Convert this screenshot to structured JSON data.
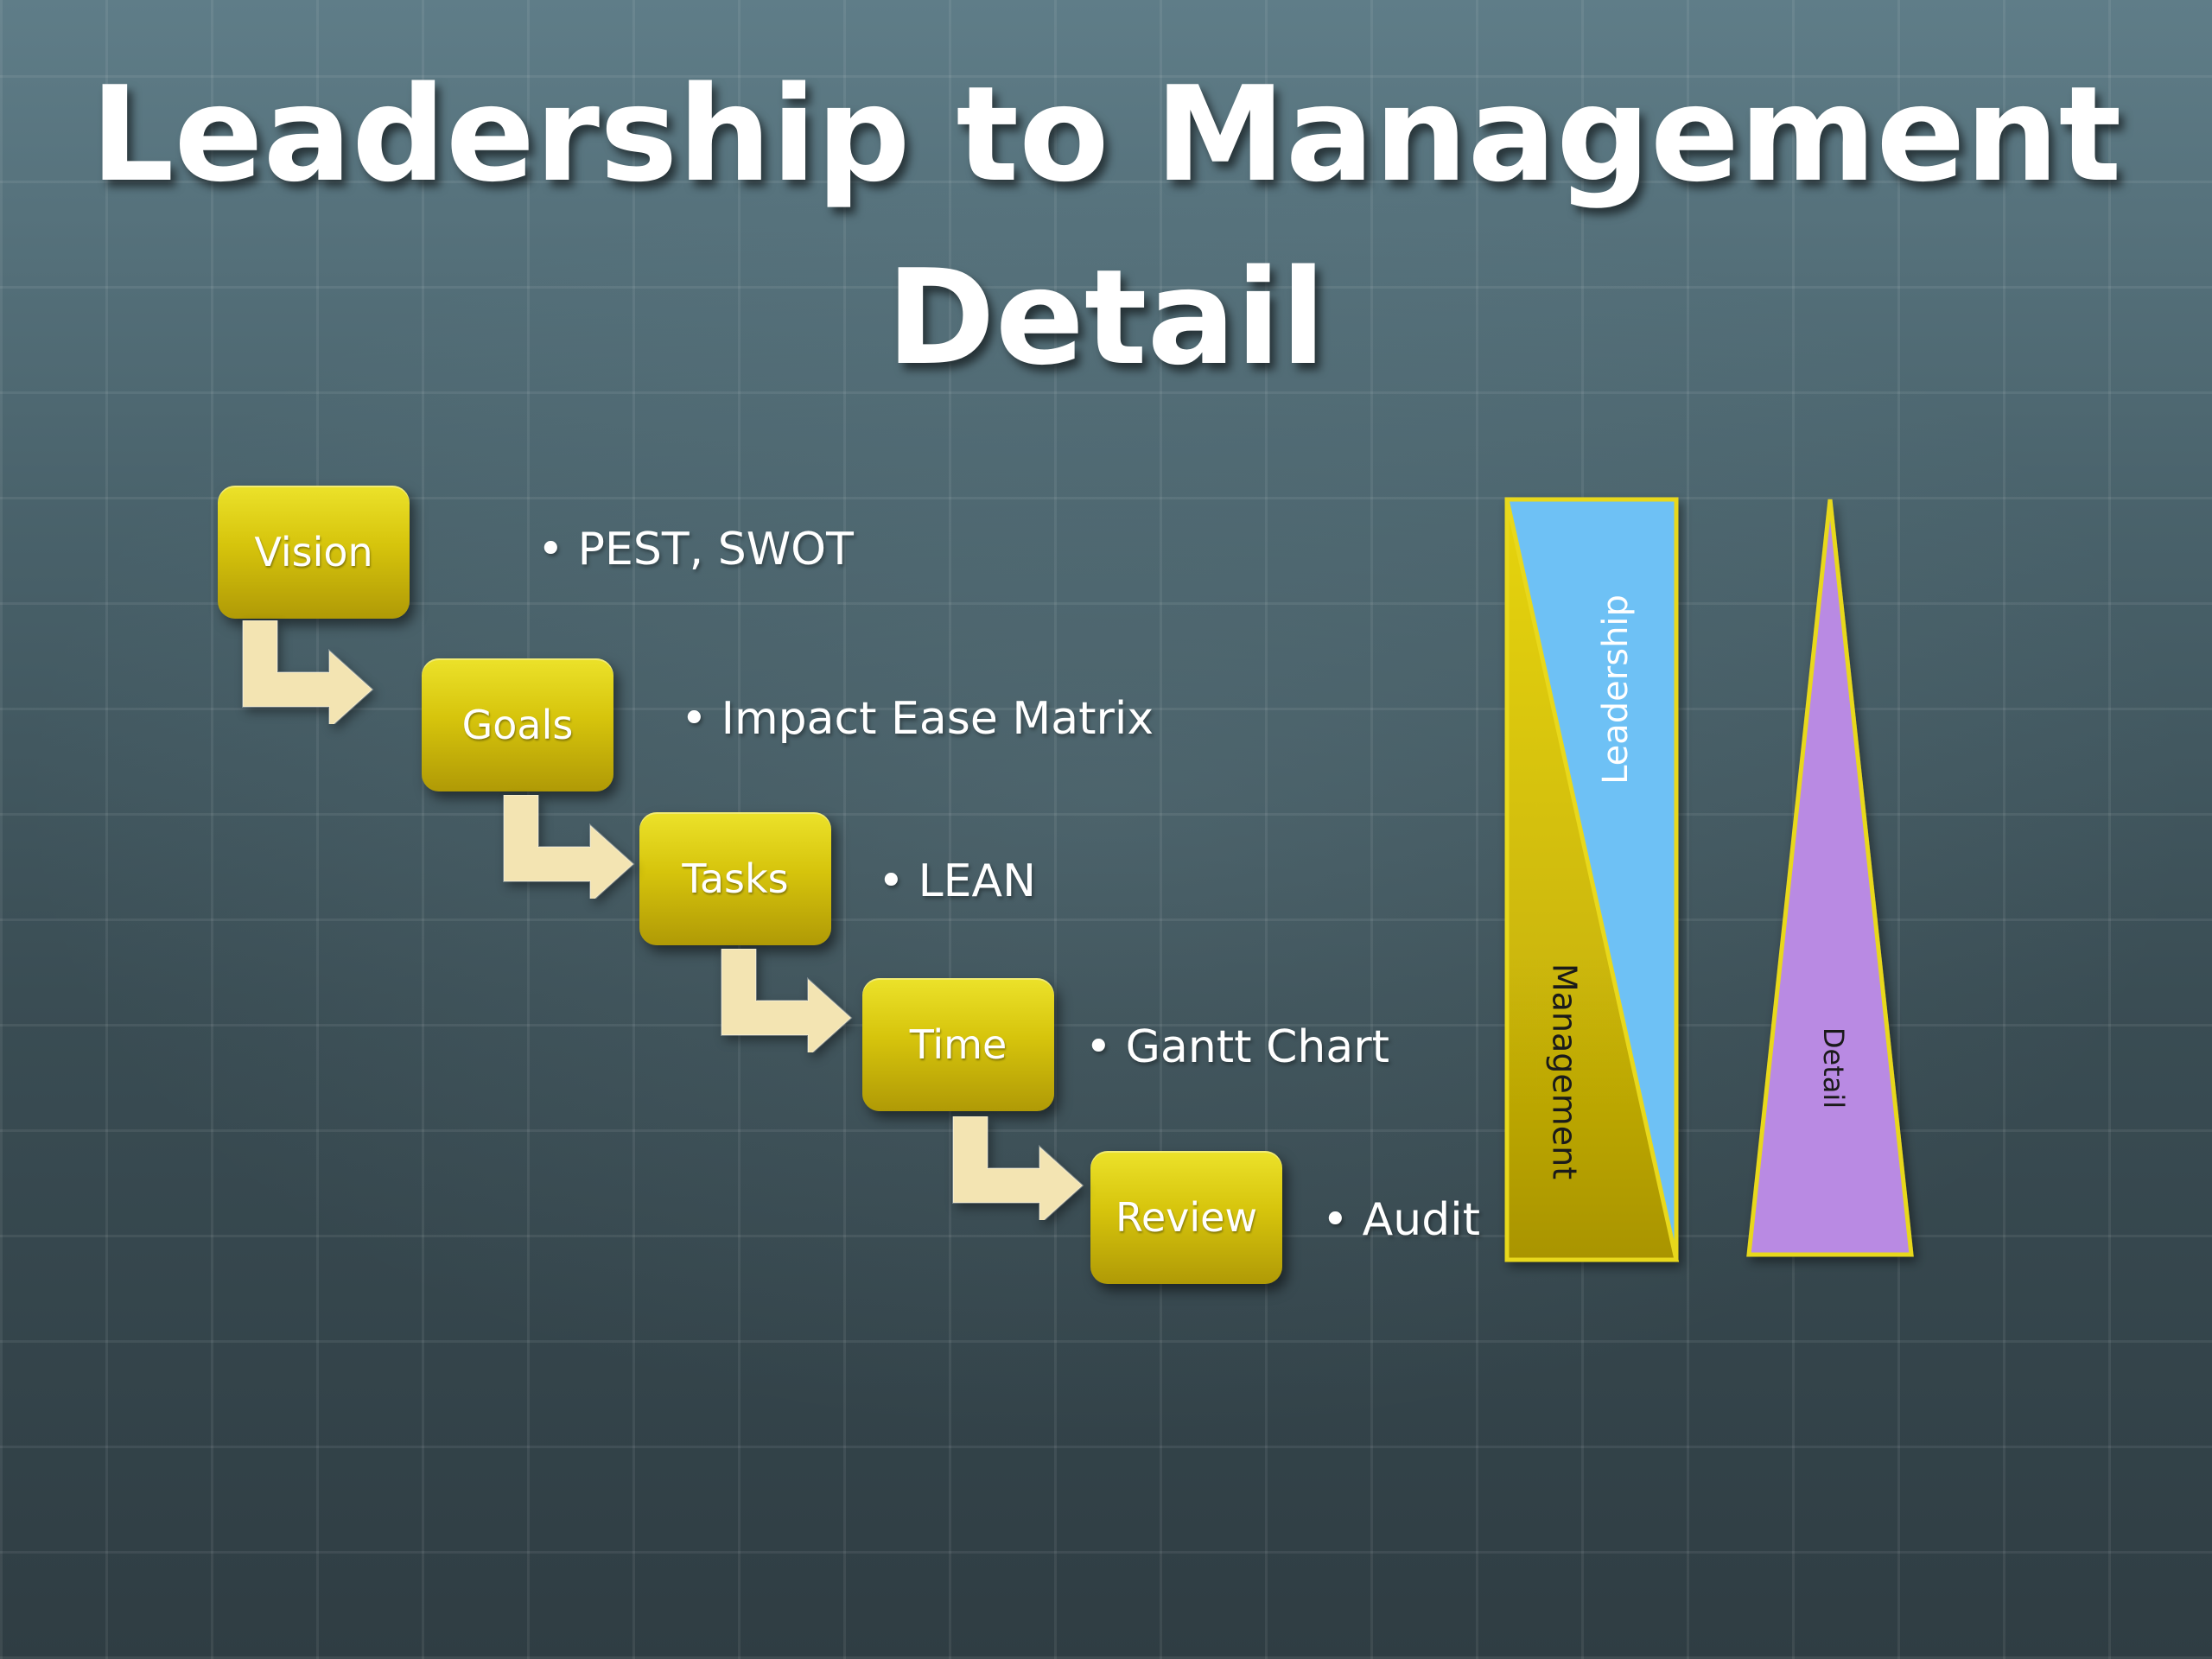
{
  "slide": {
    "title_line1": "Leadership to Management",
    "title_line2": "Detail"
  },
  "steps": [
    {
      "label": "Vision",
      "bullet": "PEST, SWOT"
    },
    {
      "label": "Goals",
      "bullet": "Impact Ease Matrix"
    },
    {
      "label": "Tasks",
      "bullet": "LEAN"
    },
    {
      "label": "Time",
      "bullet": "Gantt Chart"
    },
    {
      "label": "Review",
      "bullet": "Audit"
    }
  ],
  "bullet_glyph": "•",
  "side_diagram": {
    "leadership_label": "Leadership",
    "management_label": "Management",
    "detail_label": "Detail"
  },
  "colors": {
    "step_box": "#d6c40c",
    "arrow": "#f5e7b8",
    "leadership_fill": "#6ec1f5",
    "management_fill": "#c9b200",
    "detail_fill": "#b98ae3",
    "outline": "#e8d81a"
  }
}
